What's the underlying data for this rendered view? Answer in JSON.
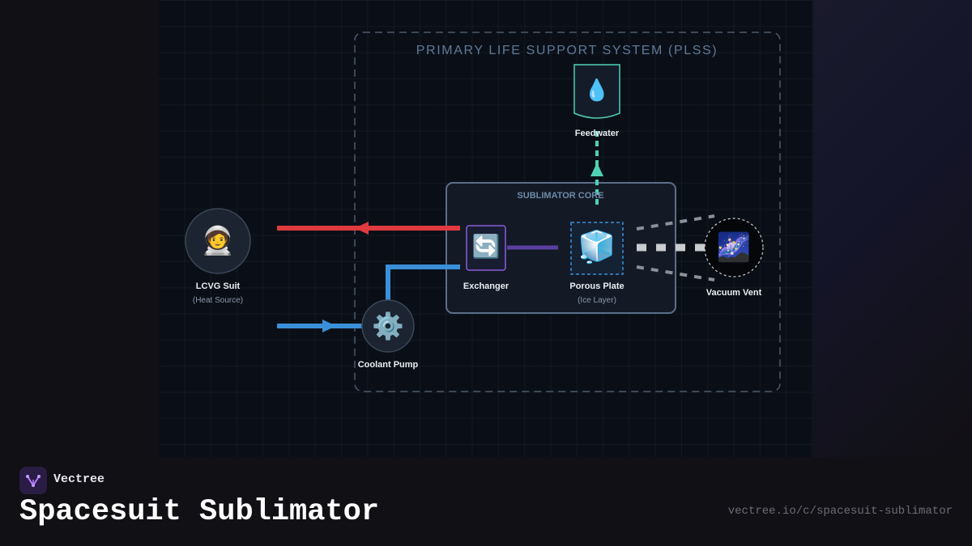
{
  "diagram": {
    "system_title": "PRIMARY LIFE SUPPORT SYSTEM (PLSS)",
    "core_title": "SUBLIMATOR CORE",
    "nodes": {
      "feedwater": {
        "label": "Feedwater",
        "icon": "💧"
      },
      "lcvg": {
        "label": "LCVG Suit",
        "sublabel": "(Heat Source)",
        "icon": "🧑‍🚀"
      },
      "coolant_pump": {
        "label": "Coolant Pump",
        "icon": "⚙️"
      },
      "exchanger": {
        "label": "Exchanger",
        "icon": "🔄"
      },
      "porous_plate": {
        "label": "Porous Plate",
        "sublabel": "(Ice Layer)",
        "icon": "🧊"
      },
      "vacuum_vent": {
        "label": "Vacuum Vent",
        "icon": "🌌"
      }
    },
    "colors": {
      "hot_line": "#e03a3e",
      "cool_line": "#3a8fd9",
      "feedwater_line": "#4fd1b4",
      "exchanger_link": "#5b3fa0",
      "vapor_line": "#9aa0a8"
    }
  },
  "footer": {
    "brand": "Vectree",
    "title": "Spacesuit Sublimator",
    "url": "vectree.io/c/spacesuit-sublimator"
  }
}
